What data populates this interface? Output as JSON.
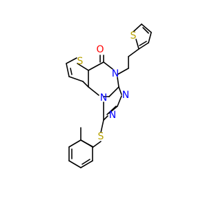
{
  "atoms": {
    "O": {
      "label": "O",
      "color": "#ff0000"
    },
    "S_thieno": {
      "label": "S",
      "color": "#b8a200"
    },
    "S_thienyl": {
      "label": "S",
      "color": "#b8a200"
    },
    "S_thioether": {
      "label": "S",
      "color": "#b8a200"
    },
    "N4": {
      "label": "N",
      "color": "#0000ff"
    },
    "N_bridge": {
      "label": "N",
      "color": "#0000ff"
    },
    "N_triazole_a": {
      "label": "N",
      "color": "#0000ff"
    },
    "N_triazole_b": {
      "label": "N",
      "color": "#0000ff"
    }
  },
  "bond_color": "#000000"
}
